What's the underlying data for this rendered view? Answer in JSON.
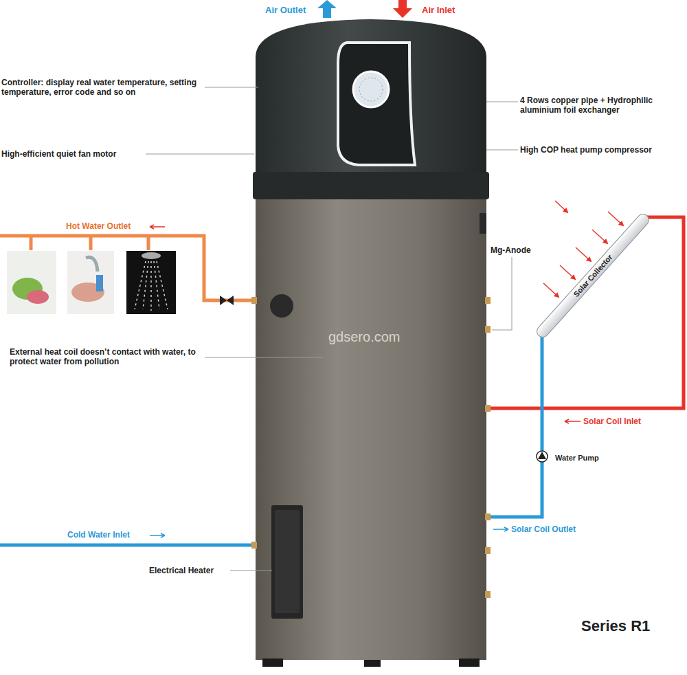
{
  "diagram": {
    "nodes": [
      {
        "text": [
          "Solar Collector"
        ]
      }
    ],
    "labels": [
      "Air Outlet",
      "Air Inlet",
      "Controller: display real water temperature, setting temperature, error code and so on",
      "4 Rows copper pipe + Hydrophilic aluminium foil exchanger",
      "High-efficient quiet fan motor",
      "High COP heat pump compressor",
      "Hot Water Outlet",
      "Mg-Anode",
      "gdsero.com",
      "External heat coil doesn’t contact with water, to protect water from pollution",
      "Solar Coil Inlet",
      "Water Pump",
      "Cold Water Inlet",
      "Solar Coil Outlet",
      "Electrical Heater",
      "Series R1"
    ]
  }
}
